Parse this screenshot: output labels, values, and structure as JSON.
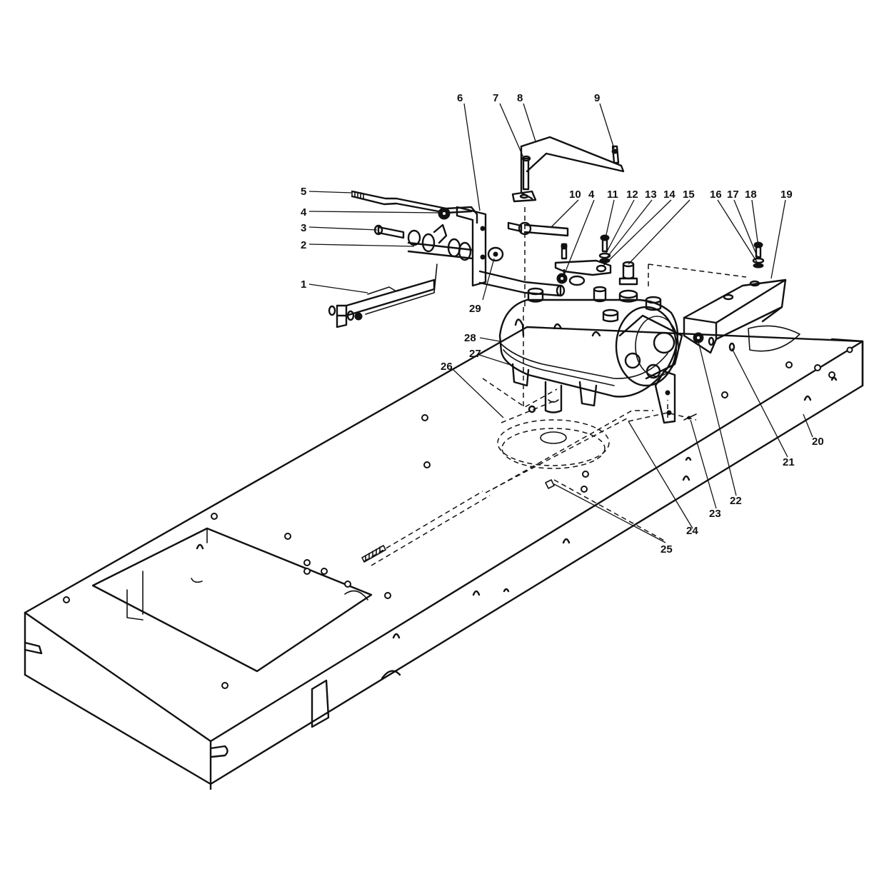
{
  "diagram": {
    "callouts": {
      "c1": "1",
      "c2": "2",
      "c3": "3",
      "c4a": "4",
      "c4b": "4",
      "c5": "5",
      "c6": "6",
      "c7": "7",
      "c8": "8",
      "c9": "9",
      "c10": "10",
      "c11": "11",
      "c12": "12",
      "c13": "13",
      "c14": "14",
      "c15": "15",
      "c16": "16",
      "c17": "17",
      "c18": "18",
      "c19": "19",
      "c20": "20",
      "c21": "21",
      "c22": "22",
      "c23": "23",
      "c24": "24",
      "c25": "25",
      "c26": "26",
      "c27": "27",
      "c28": "28",
      "c29": "29"
    }
  }
}
